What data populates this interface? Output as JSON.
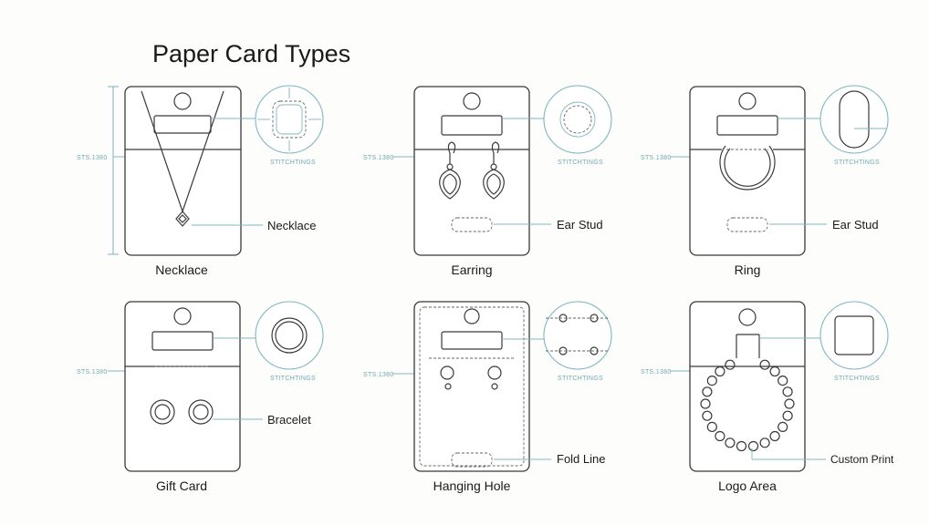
{
  "title": "Paper Card Types",
  "colors": {
    "accent": "#7fb6c0",
    "outline": "#3a3a3a",
    "background": "#fdfdfb"
  },
  "cards": [
    {
      "label": "Necklace",
      "callout": "Necklace",
      "dimension": "STS.1380",
      "detail_label": "STITCHTINGS"
    },
    {
      "label": "Earring",
      "callout": "Ear Stud",
      "dimension": "STS.1380",
      "detail_label": "STITCHTINGS"
    },
    {
      "label": "Ring",
      "callout": "Ear Stud",
      "dimension": "STS.1380",
      "detail_label": "STITCHTINGS"
    },
    {
      "label": "Gift Card",
      "callout": "Bracelet",
      "dimension": "STS.1380",
      "detail_label": "STITCHTINGS"
    },
    {
      "label": "Hanging Hole",
      "callout": "Fold Line",
      "dimension": "STS.1380",
      "detail_label": "STITCHTINGS"
    },
    {
      "label": "Logo Area",
      "callout": "Custom Print",
      "dimension": "STS.1380",
      "detail_label": "STITCHTINGS"
    }
  ]
}
